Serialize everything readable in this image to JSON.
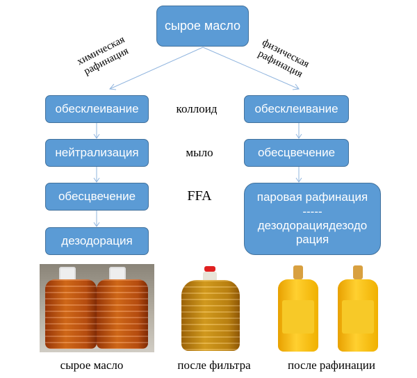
{
  "top": {
    "label": "сырое масло"
  },
  "branches": {
    "left_label_line1": "химическая",
    "left_label_line2": "рафинация",
    "right_label_line1": "физическая",
    "right_label_line2": "рафинация"
  },
  "chemical_steps": [
    "обесклеивание",
    "нейтрализация",
    "обесцвечение",
    "дезодорация"
  ],
  "byproducts": [
    "коллоид",
    "мыло",
    "FFA"
  ],
  "physical_steps": [
    "обесклеивание",
    "обесцвечение"
  ],
  "physical_final": {
    "line1": "паровая рафинация",
    "line2": "-----",
    "line3": "дезодорациядезодо",
    "line4": "рация"
  },
  "photos": {
    "captions": [
      "сырое масло",
      "после фильтра",
      "после рафинации"
    ]
  },
  "colors": {
    "box": "#5b9bd5",
    "arrow": "#7aa6d6"
  }
}
